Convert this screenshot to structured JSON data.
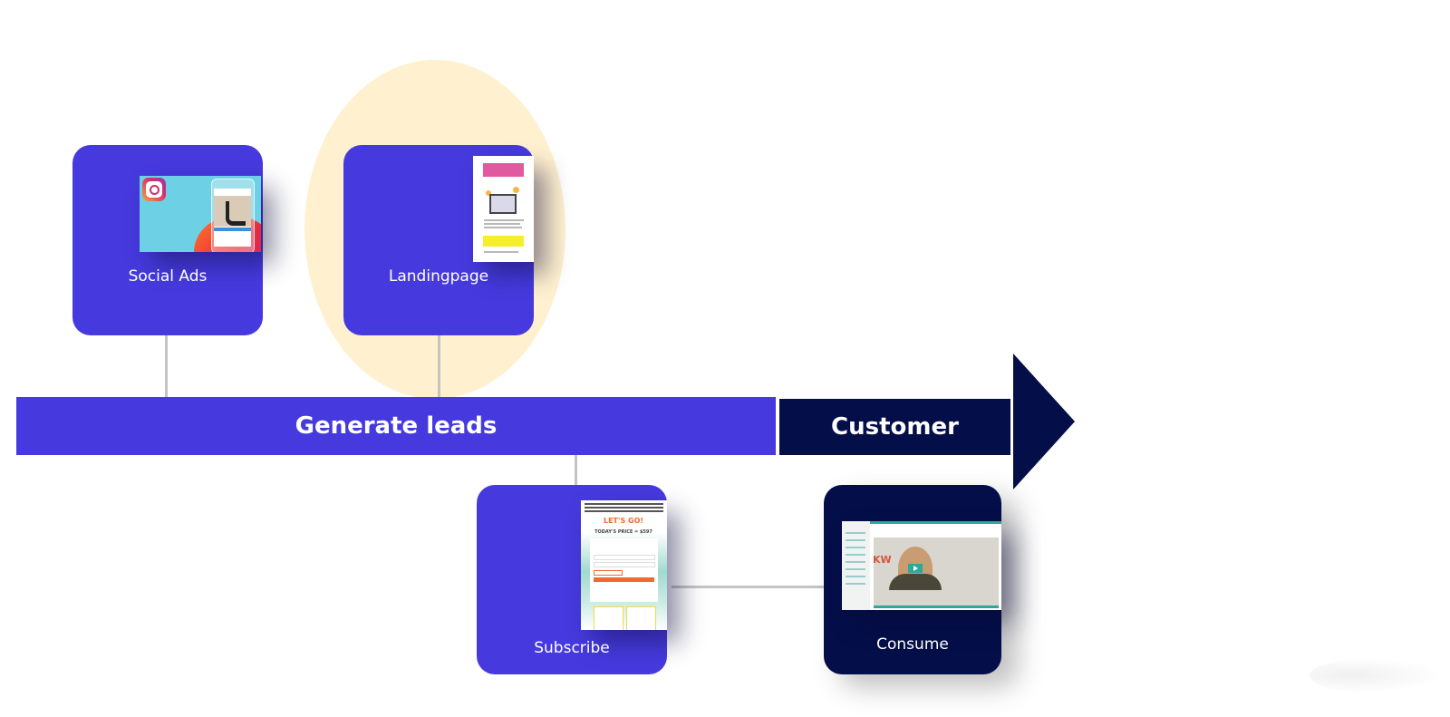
{
  "diagram": {
    "stages": [
      {
        "id": "generate-leads",
        "label": "Generate leads",
        "color": "#463ade"
      },
      {
        "id": "customer",
        "label": "Customer",
        "color": "#040e48"
      }
    ],
    "steps": [
      {
        "id": "social-ads",
        "label": "Social Ads",
        "stage": "generate-leads",
        "position": "above",
        "thumbnail": "instagram-ad-screenshot"
      },
      {
        "id": "landingpage",
        "label": "Landingpage",
        "stage": "generate-leads",
        "position": "above",
        "highlighted": true,
        "thumbnail": "landing-page-screenshot"
      },
      {
        "id": "subscribe",
        "label": "Subscribe",
        "stage": "generate-leads",
        "position": "below",
        "thumbnail": "checkout-page-screenshot"
      },
      {
        "id": "consume",
        "label": "Consume",
        "stage": "customer",
        "position": "below",
        "thumbnail": "course-video-screenshot"
      }
    ],
    "connections": [
      {
        "from": "social-ads",
        "to": "generate-leads"
      },
      {
        "from": "landingpage",
        "to": "generate-leads"
      },
      {
        "from": "generate-leads",
        "to": "subscribe"
      },
      {
        "from": "subscribe",
        "to": "consume"
      }
    ],
    "highlight_color": "#fff1cf"
  },
  "thumbnails": {
    "subscribe": {
      "headline": "LET'S GO!",
      "price": "TODAY'S PRICE = $597"
    },
    "consume": {
      "logo": "KW"
    }
  }
}
